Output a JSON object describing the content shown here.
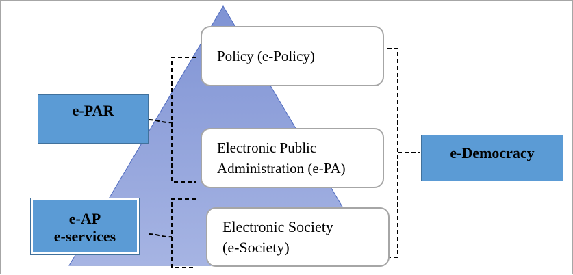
{
  "diagram": {
    "layers": [
      {
        "id": "policy",
        "lines": [
          "Policy (e-Policy)"
        ]
      },
      {
        "id": "epa",
        "lines": [
          "Electronic Public",
          "Administration (e-PA)"
        ]
      },
      {
        "id": "society",
        "lines": [
          "Electronic Society",
          "(e-Society)"
        ]
      }
    ],
    "labels": {
      "epar": {
        "lines": [
          "e-PAR"
        ]
      },
      "eap": {
        "lines": [
          "e-AP",
          "e-services"
        ]
      },
      "edemocracy": {
        "lines": [
          "e-Democracy"
        ]
      }
    },
    "colors": {
      "pyramid_top": "#7f93d4",
      "pyramid_bottom": "#a6b4e3",
      "label_fill": "#5b9bd5",
      "box_border": "#a6a6a6"
    }
  }
}
